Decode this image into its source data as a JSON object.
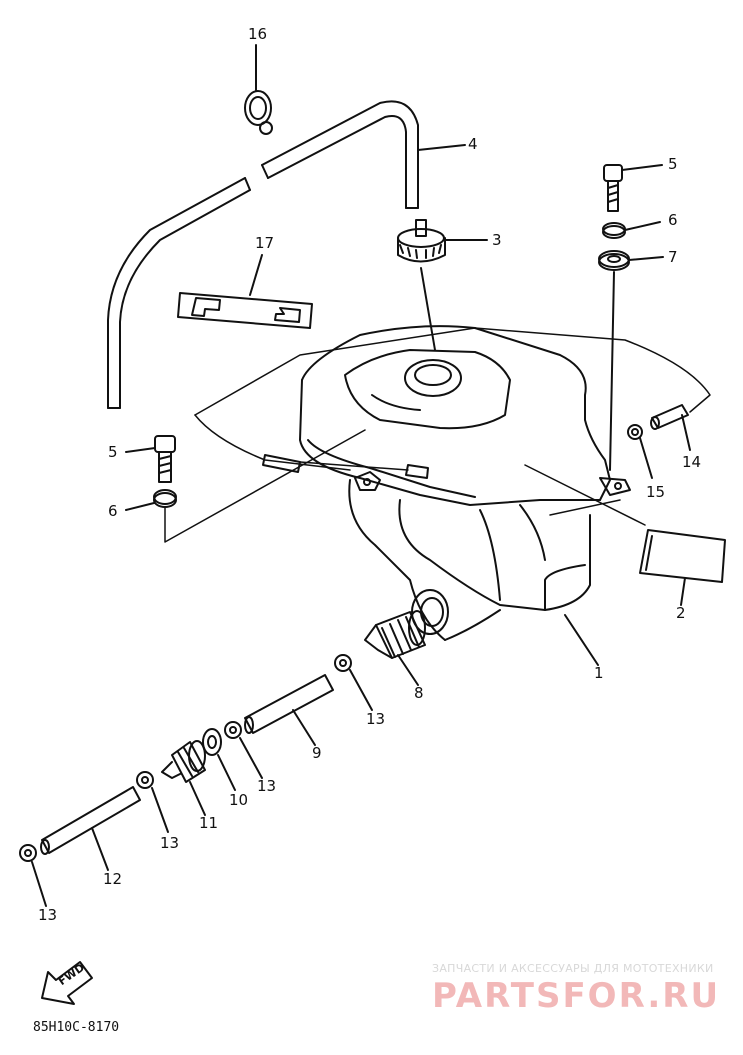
{
  "labels": {
    "p1": "1",
    "p2": "2",
    "p3": "3",
    "p4": "4",
    "p5a": "5",
    "p5b": "5",
    "p6a": "6",
    "p6b": "6",
    "p7": "7",
    "p8": "8",
    "p9": "9",
    "p10": "10",
    "p11": "11",
    "p12": "12",
    "p13a": "13",
    "p13b": "13",
    "p13c": "13",
    "p13d": "13",
    "p14": "14",
    "p15": "15",
    "p16": "16",
    "p17": "17"
  },
  "fwd_label": "FWD",
  "watermark": {
    "line1": "ЗАПЧАСТИ И АКСЕССУАРЫ ДЛЯ МОТОТЕХНИКИ",
    "line2": "PARTSFOR.RU"
  },
  "diagram_code": "85H10C-8170"
}
